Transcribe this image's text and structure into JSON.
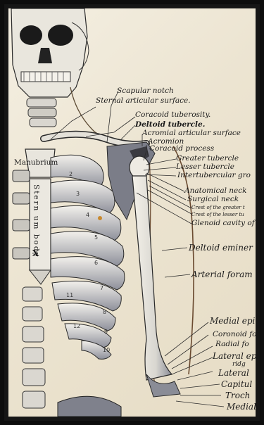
{
  "labels": {
    "scapular_notch": "Scapular notch",
    "sternal_articular_surface": "Sternal articular surface.",
    "coracoid_tuberosity": "Coracoid tuberosity.",
    "deltoid_tubercle": "Deltoid tubercle.",
    "acromial_articular_surface": "Acromial articular surface",
    "acromion": "Acromion",
    "coracoid_process": "Coracoid process",
    "greater_tubercle": "Greater tubercle",
    "lesser_tubercle": "Lesser tubercle",
    "intertubercular": "Intertubercular gro",
    "anatomical_neck": "Anatomical neck",
    "surgical_neck": "Surgical neck",
    "crest_greater": "Crest of the greater t",
    "crest_lesser": "Crest of the lesser tu",
    "glenoid_cavity": "Glenoid cavity of",
    "deltoid_eminence": "Deltoid eminer",
    "arterial_foramen": "Arterial foram",
    "medial_epi": "Medial epi",
    "coronoid_fo": "Coronoid fo",
    "radial_fo": "Radial fo",
    "lateral_ep": "Lateral ep",
    "ridge": "ridg",
    "lateral": "Lateral",
    "capitulum": "Capitul",
    "trochlea": "Troch",
    "medial": "Medial",
    "manubrium": "Manubrium",
    "sternum_body": "Stern um body",
    "x_mark": "X"
  },
  "rib_numbers": [
    "2",
    "3",
    "4",
    "5",
    "6",
    "7",
    "8",
    "9",
    "10",
    "11",
    "12"
  ],
  "colors": {
    "paper": "#efe8d6",
    "ink": "#1b1b1b",
    "bone_shadow": "#7d7f8a",
    "frame": "#0d0d0d"
  }
}
